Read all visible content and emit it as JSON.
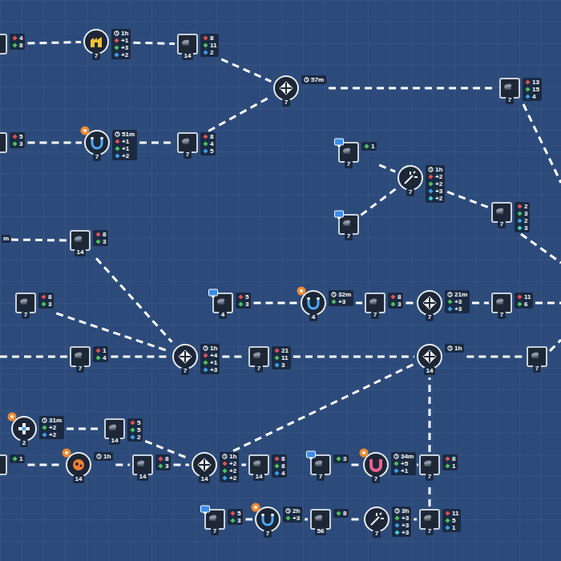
{
  "diagram": {
    "nodes": [
      {
        "text": [
          "4",
          "8"
        ]
      },
      {
        "text": [
          "7",
          "1h",
          "+1",
          "+3",
          "+2"
        ]
      },
      {
        "text": [
          "14",
          "8",
          "11",
          "2"
        ]
      },
      {
        "text": [
          "7",
          "57m"
        ]
      },
      {
        "text": [
          "7",
          "13",
          "15",
          "4"
        ]
      },
      {
        "text": [
          "5",
          "3"
        ]
      },
      {
        "text": [
          "7",
          "51m",
          "+1",
          "+1",
          "+2"
        ]
      },
      {
        "text": [
          "7",
          "8",
          "4",
          "5"
        ]
      },
      {
        "text": [
          "7",
          "1"
        ]
      },
      {
        "text": [
          "7"
        ]
      },
      {
        "text": [
          "7",
          "1h",
          "+2",
          "+2",
          "+3",
          "+2"
        ]
      },
      {
        "text": [
          "7",
          "2",
          "3",
          "2",
          "3"
        ]
      },
      {
        "text": [
          "14",
          "8",
          "3"
        ]
      },
      {
        "text": [
          "7",
          "8",
          "3"
        ]
      },
      {
        "text": [
          "4",
          "5",
          "3"
        ]
      },
      {
        "text": [
          "4",
          "32m",
          "+3"
        ]
      },
      {
        "text": [
          "7",
          "8",
          "3"
        ]
      },
      {
        "text": [
          "7",
          "21m",
          "+3",
          "+3"
        ]
      },
      {
        "text": [
          "7",
          "11",
          "6"
        ]
      },
      {
        "text": [
          "7",
          "1",
          "4"
        ]
      },
      {
        "text": [
          "7",
          "1h",
          "+4",
          "+1",
          "+3"
        ]
      },
      {
        "text": [
          "7",
          "21",
          "11",
          "3"
        ]
      },
      {
        "text": [
          "14",
          "1h"
        ]
      },
      {
        "text": [
          "7"
        ]
      },
      {
        "text": [
          "2",
          "31m",
          "+2",
          "+2"
        ]
      },
      {
        "text": [
          "14",
          "5",
          "5",
          "2"
        ]
      },
      {
        "text": [
          "1"
        ]
      },
      {
        "text": [
          "14",
          "1h"
        ]
      },
      {
        "text": [
          "14",
          "8",
          "3"
        ]
      },
      {
        "text": [
          "14",
          "1h",
          "+2",
          "+2",
          "+2"
        ]
      },
      {
        "text": [
          "14",
          "8",
          "8",
          "4"
        ]
      },
      {
        "text": [
          "7",
          "3"
        ]
      },
      {
        "text": [
          "7",
          "34m",
          "+5",
          "+1"
        ]
      },
      {
        "text": [
          "7",
          "8",
          "1"
        ]
      },
      {
        "text": [
          "7",
          "5",
          "3"
        ]
      },
      {
        "text": [
          "7",
          "2h",
          "+3"
        ]
      },
      {
        "text": [
          "56",
          "8"
        ]
      },
      {
        "text": [
          "7",
          "3h",
          "+3",
          "+3",
          "+3"
        ]
      },
      {
        "text": [
          "7",
          "11",
          "5",
          "1"
        ]
      }
    ],
    "edges": [
      {
        "from": 0,
        "to": 1,
        "arrow": "none"
      },
      {
        "from": 1,
        "to": 2,
        "arrow": "none"
      },
      {
        "from": 2,
        "to": 3,
        "arrow": "none"
      },
      {
        "from": 7,
        "to": 3,
        "arrow": "none"
      },
      {
        "from": 3,
        "to": 4,
        "arrow": "none"
      },
      {
        "from": 5,
        "to": 6,
        "arrow": "none"
      },
      {
        "from": 6,
        "to": 7,
        "arrow": "none"
      },
      {
        "from": 8,
        "to": 10,
        "arrow": "none"
      },
      {
        "from": 9,
        "to": 10,
        "arrow": "none"
      },
      {
        "from": 10,
        "to": 11,
        "arrow": "none"
      },
      {
        "from": 12,
        "to": 20,
        "arrow": "none"
      },
      {
        "from": 13,
        "to": 20,
        "arrow": "none"
      },
      {
        "from": 19,
        "to": 20,
        "arrow": "none"
      },
      {
        "from": 20,
        "to": 21,
        "arrow": "none"
      },
      {
        "from": 21,
        "to": 22,
        "arrow": "none"
      },
      {
        "from": 22,
        "to": 23,
        "arrow": "none"
      },
      {
        "from": 14,
        "to": 15,
        "arrow": "none"
      },
      {
        "from": 15,
        "to": 16,
        "arrow": "none"
      },
      {
        "from": 16,
        "to": 17,
        "arrow": "none"
      },
      {
        "from": 17,
        "to": 18,
        "arrow": "none"
      },
      {
        "from": 24,
        "to": 25,
        "arrow": "none"
      },
      {
        "from": 25,
        "to": 29,
        "arrow": "none"
      },
      {
        "from": 26,
        "to": 27,
        "arrow": "none"
      },
      {
        "from": 27,
        "to": 28,
        "arrow": "none"
      },
      {
        "from": 28,
        "to": 29,
        "arrow": "none"
      },
      {
        "from": 29,
        "to": 22,
        "arrow": "none"
      },
      {
        "from": 29,
        "to": 30,
        "arrow": "none"
      },
      {
        "from": 31,
        "to": 32,
        "arrow": "none"
      },
      {
        "from": 32,
        "to": 33,
        "arrow": "none"
      },
      {
        "from": 33,
        "to": 22,
        "arrow": "none"
      },
      {
        "from": 34,
        "to": 35,
        "arrow": "none"
      },
      {
        "from": 35,
        "to": 36,
        "arrow": "none"
      },
      {
        "from": 36,
        "to": 37,
        "arrow": "none"
      },
      {
        "from": 37,
        "to": 38,
        "arrow": "none"
      },
      {
        "from": 38,
        "to": 33,
        "arrow": "none"
      }
    ],
    "labels": [
      "m"
    ]
  }
}
